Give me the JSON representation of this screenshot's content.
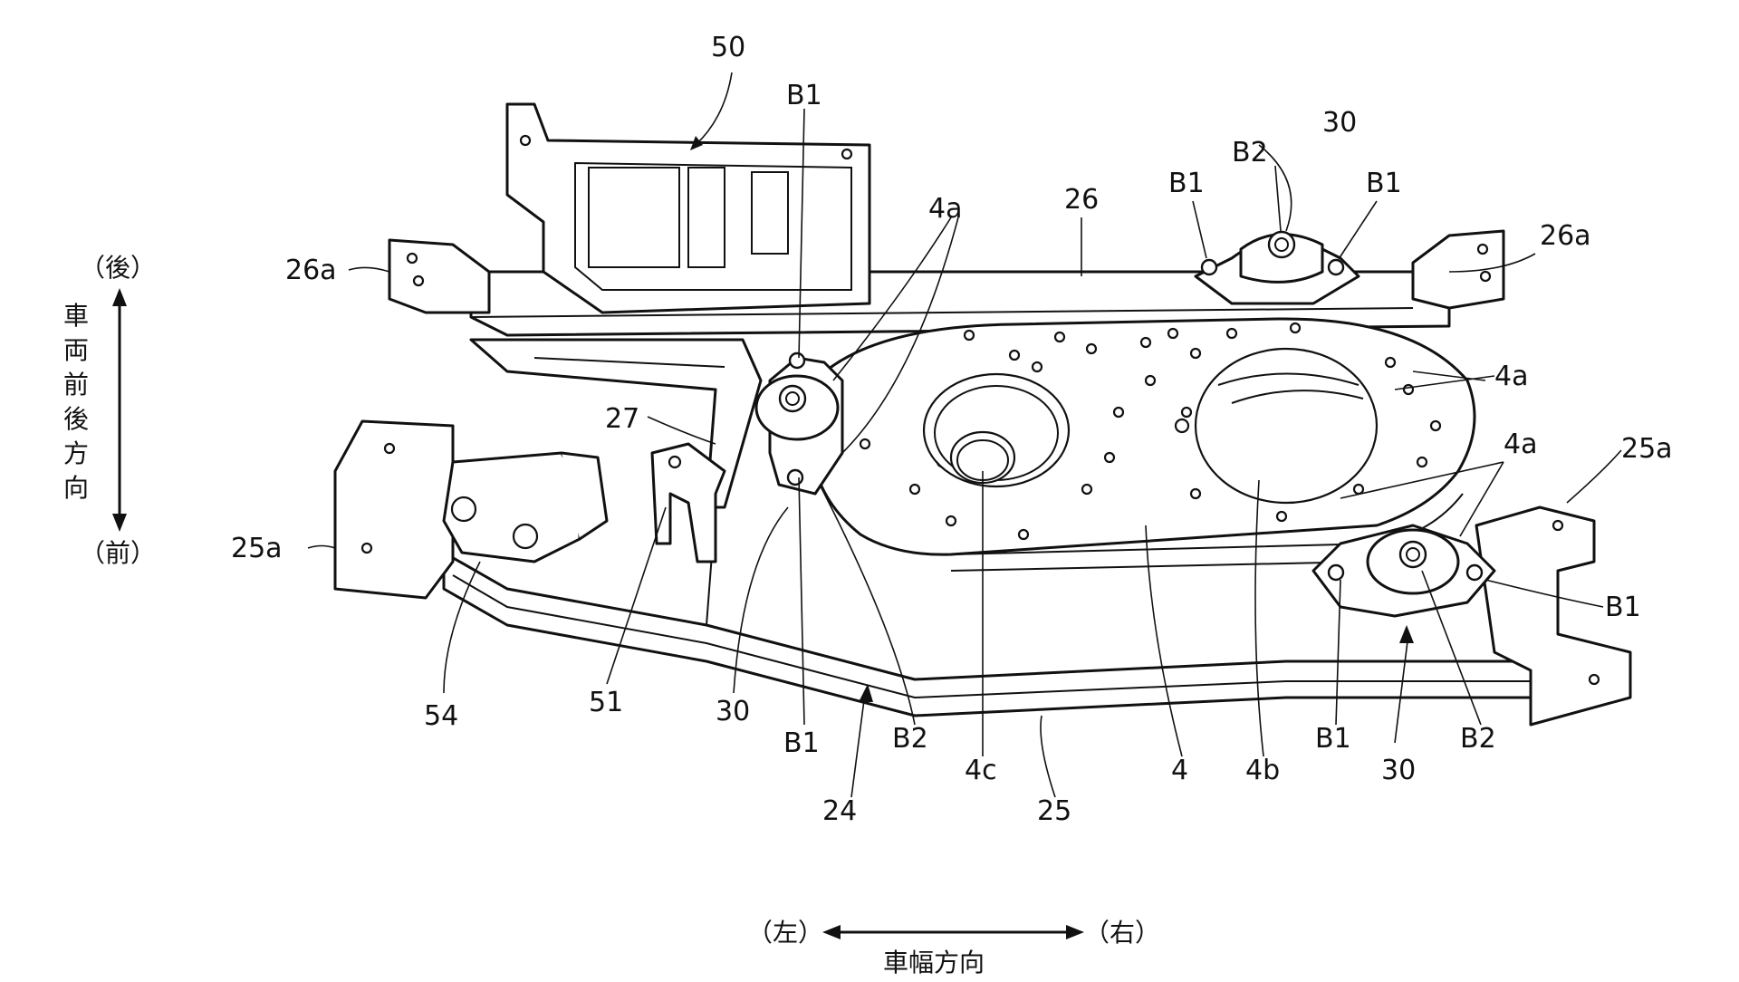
{
  "figure": {
    "labels": {
      "l50": "50",
      "lB1_top": "B1",
      "lB2_top": "B2",
      "l30_top": "30",
      "lB1_ur_left": "B1",
      "lB1_ur_right": "B1",
      "l26": "26",
      "l4a_top": "4a",
      "l26a_left": "26a",
      "l26a_right": "26a",
      "l4a_right_mid": "4a",
      "l4a_right_low": "4a",
      "l25a_right": "25a",
      "l27": "27",
      "l25a_left": "25a",
      "lB1_right": "B1",
      "l54": "54",
      "l51": "51",
      "l30_left": "30",
      "lB1_bottom_left": "B1",
      "lB2_bottom_left": "B2",
      "l4c": "4c",
      "l4": "4",
      "l4b": "4b",
      "lB1_bottom_right": "B1",
      "l30_bottom_right": "30",
      "lB2_bottom_right": "B2",
      "l24": "24",
      "l25": "25"
    },
    "vertical_direction": {
      "rear": "（後）",
      "front": "（前）",
      "chars": [
        "車",
        "両",
        "前",
        "後",
        "方",
        "向"
      ]
    },
    "horizontal_direction": {
      "left": "（左）",
      "right": "（右）",
      "label": "車幅方向"
    }
  }
}
